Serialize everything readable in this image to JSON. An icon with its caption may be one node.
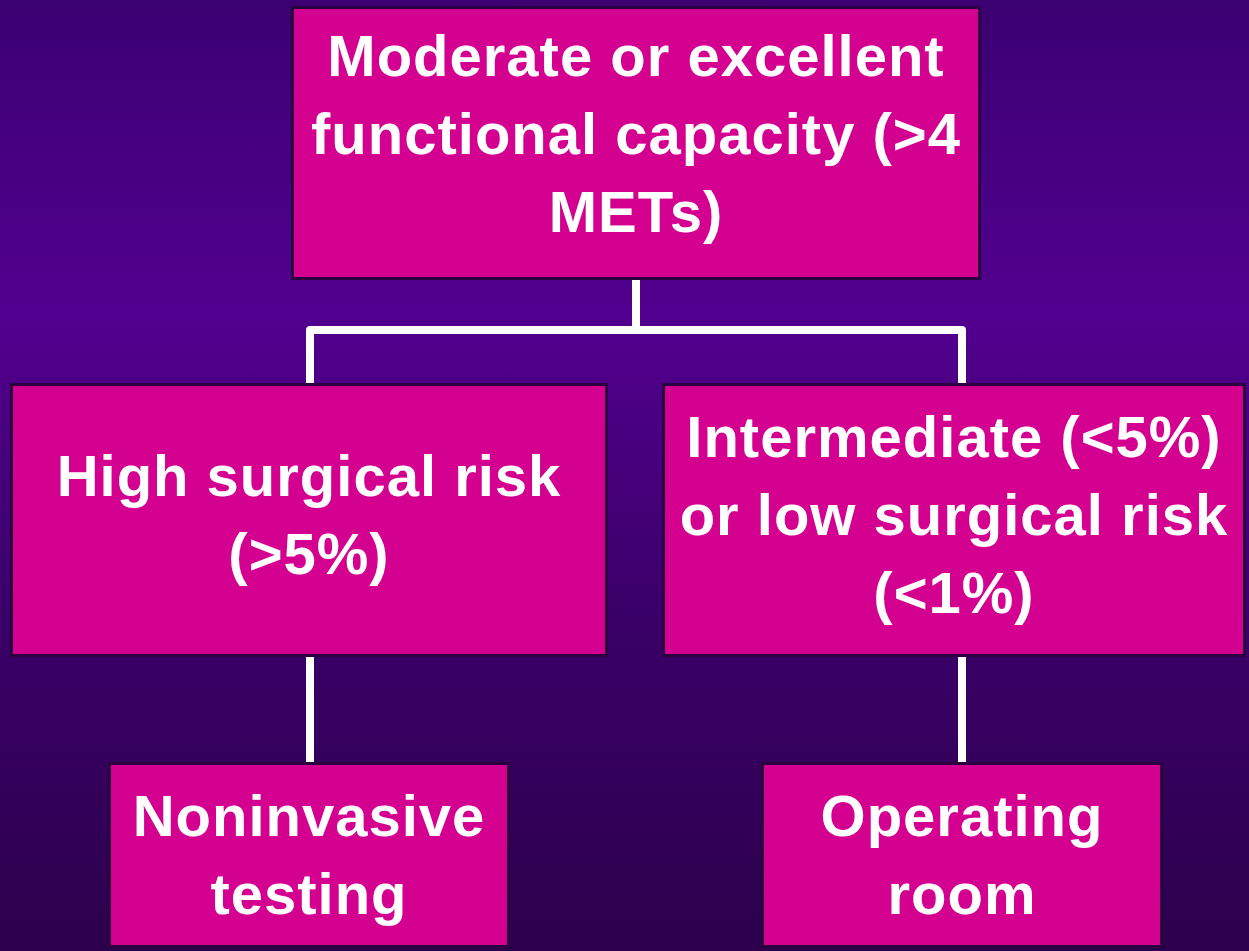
{
  "diagram": {
    "nodes": [
      {
        "text": [
          "Moderate or excellent functional capacity (>4 METs)"
        ]
      },
      {
        "text": [
          "High surgical risk (>5%)"
        ]
      },
      {
        "text": [
          "Intermediate (<5%) or low surgical risk (<1%)"
        ]
      },
      {
        "text": [
          "Noninvasive testing"
        ]
      },
      {
        "text": [
          "Operating room"
        ]
      }
    ],
    "edges": [
      {
        "from": 0,
        "to": 1,
        "arrow": "none"
      },
      {
        "from": 0,
        "to": 2,
        "arrow": "none"
      },
      {
        "from": 1,
        "to": 3,
        "arrow": "none"
      },
      {
        "from": 2,
        "to": 4,
        "arrow": "none"
      }
    ]
  }
}
